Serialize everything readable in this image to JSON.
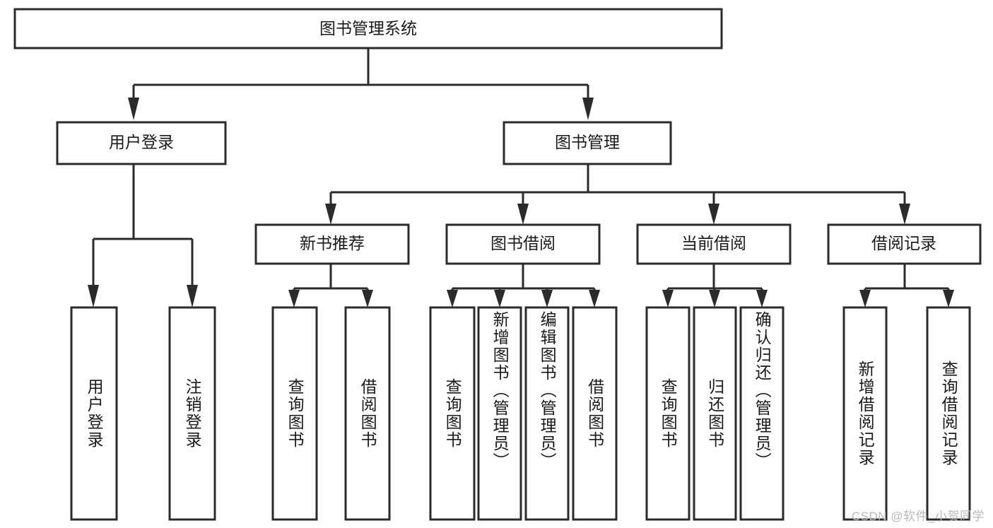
{
  "diagram": {
    "type": "tree-hierarchy-chart",
    "title": "图书管理系统",
    "watermark": "CSDN @软件_小贺同学",
    "colors": {
      "box_stroke": "#2b2b2b",
      "box_fill": "#ffffff",
      "text": "#1a1a1a",
      "background": "#ffffff",
      "watermark": "#b9b9b9"
    },
    "root": {
      "label": "图书管理系统"
    },
    "level2": [
      {
        "id": "user-login",
        "label": "用户登录"
      },
      {
        "id": "book-manage",
        "label": "图书管理"
      }
    ],
    "level3": [
      {
        "id": "new-book-recommend",
        "label": "新书推荐"
      },
      {
        "id": "book-borrow",
        "label": "图书借阅"
      },
      {
        "id": "current-borrow",
        "label": "当前借阅"
      },
      {
        "id": "borrow-record",
        "label": "借阅记录"
      }
    ],
    "leaves": {
      "user_login": [
        {
          "id": "leaf-user-login",
          "label": "用户登录"
        },
        {
          "id": "leaf-logout-login",
          "label": "注销登录"
        }
      ],
      "new_book_recommend": [
        {
          "id": "leaf-query-book-1",
          "label": "查询图书"
        },
        {
          "id": "leaf-borrow-book-1",
          "label": "借阅图书"
        }
      ],
      "book_borrow": [
        {
          "id": "leaf-query-book-2",
          "label": "查询图书"
        },
        {
          "id": "leaf-add-book",
          "label": "新增图书（管理员）"
        },
        {
          "id": "leaf-edit-book",
          "label": "编辑图书（管理员）"
        },
        {
          "id": "leaf-borrow-book-2",
          "label": "借阅图书"
        }
      ],
      "current_borrow": [
        {
          "id": "leaf-query-book-3",
          "label": "查询图书"
        },
        {
          "id": "leaf-return-book",
          "label": "归还图书"
        },
        {
          "id": "leaf-confirm-return",
          "label": "确认归还（管理员）"
        }
      ],
      "borrow_record": [
        {
          "id": "leaf-add-record",
          "label": "新增借阅记录"
        },
        {
          "id": "leaf-query-record",
          "label": "查询借阅记录"
        }
      ]
    }
  }
}
